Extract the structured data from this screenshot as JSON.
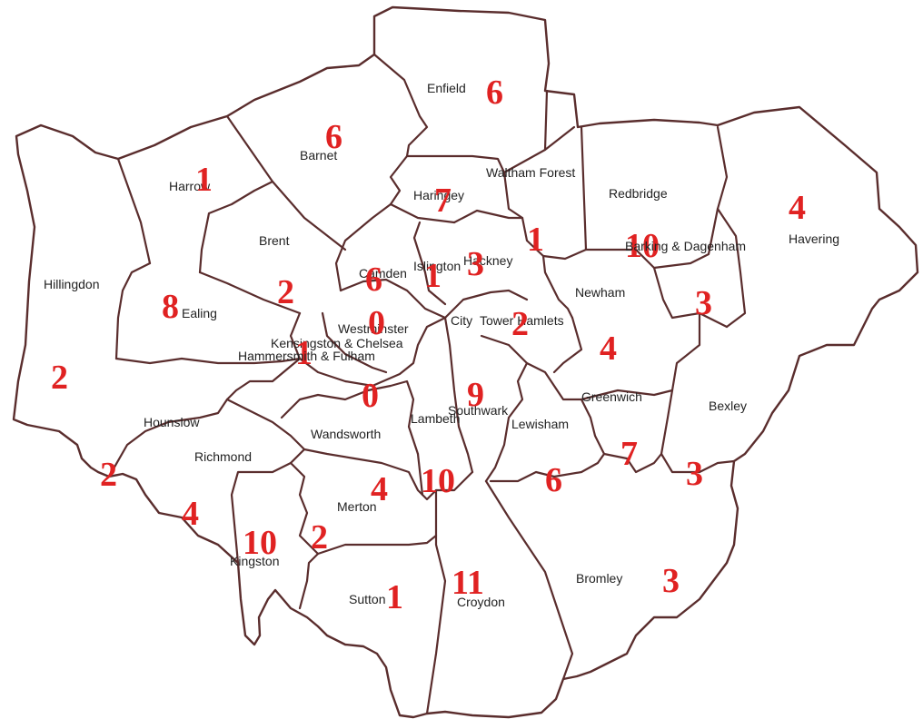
{
  "colors": {
    "boundary": "#5a2d2d",
    "label": "#222222",
    "number": "#e02222",
    "background": "#ffffff"
  },
  "boroughs": [
    {
      "id": "enfield",
      "name": "Enfield",
      "value": "6"
    },
    {
      "id": "barnet",
      "name": "Barnet",
      "value": "6"
    },
    {
      "id": "harrow",
      "name": "Harrow",
      "value": "1"
    },
    {
      "id": "haringey",
      "name": "Haringey",
      "value": "7"
    },
    {
      "id": "waltham-forest",
      "name": "Waltham Forest",
      "value": "1"
    },
    {
      "id": "redbridge",
      "name": "Redbridge",
      "value": "10"
    },
    {
      "id": "havering",
      "name": "Havering",
      "value": "4"
    },
    {
      "id": "brent",
      "name": "Brent",
      "value": "2"
    },
    {
      "id": "camden",
      "name": "Camden",
      "value": "6"
    },
    {
      "id": "islington",
      "name": "Islington",
      "value": "1"
    },
    {
      "id": "hackney",
      "name": "Hackney",
      "value": "3"
    },
    {
      "id": "barking-dagenham",
      "name": "Barking & Dagenham",
      "value": "3"
    },
    {
      "id": "hillingdon",
      "name": "Hillingdon",
      "value": "2"
    },
    {
      "id": "ealing",
      "name": "Ealing",
      "value": "8"
    },
    {
      "id": "westminster",
      "name": "Westminster",
      "value": "0"
    },
    {
      "id": "tower-hamlets",
      "name": "Tower Hamlets",
      "value": "2"
    },
    {
      "id": "city",
      "name": "City",
      "value": ""
    },
    {
      "id": "newham",
      "name": "Newham",
      "value": "4"
    },
    {
      "id": "kensington-chelsea",
      "name": "Kensingston & Chelsea",
      "value": "1"
    },
    {
      "id": "hammersmith-fulham",
      "name": "Hammersmith & Fulham",
      "value": "0"
    },
    {
      "id": "southwark",
      "name": "Southwark",
      "value": "9"
    },
    {
      "id": "lambeth",
      "name": "Lambeth",
      "value": "10"
    },
    {
      "id": "lewisham",
      "name": "Lewisham",
      "value": "6"
    },
    {
      "id": "greenwich",
      "name": "Greenwich",
      "value": "7"
    },
    {
      "id": "bexley",
      "name": "Bexley",
      "value": "3"
    },
    {
      "id": "hounslow",
      "name": "Hounslow",
      "value": "2"
    },
    {
      "id": "richmond",
      "name": "Richmond",
      "value": "4"
    },
    {
      "id": "wandsworth",
      "name": "Wandsworth",
      "value": "4"
    },
    {
      "id": "merton",
      "name": "Merton",
      "value": "2"
    },
    {
      "id": "kingston",
      "name": "Kingston",
      "value": "10"
    },
    {
      "id": "sutton",
      "name": "Sutton",
      "value": "1"
    },
    {
      "id": "croydon",
      "name": "Croydon",
      "value": "11"
    },
    {
      "id": "bromley",
      "name": "Bromley",
      "value": "3"
    }
  ]
}
